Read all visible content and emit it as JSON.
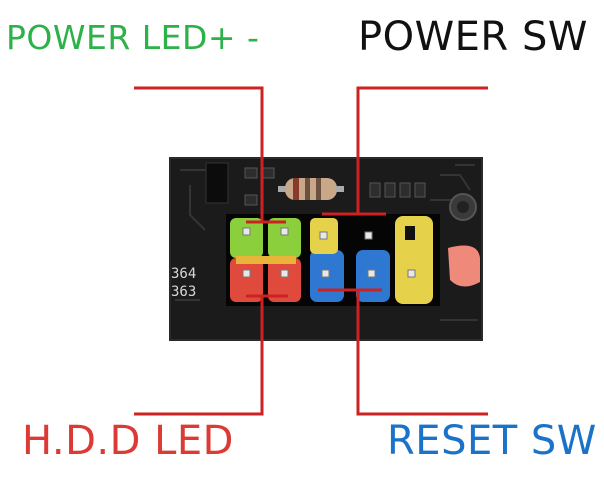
{
  "labels": {
    "power_led": {
      "text": "POWER LED+ -",
      "color": "#2db24a"
    },
    "power_sw": {
      "text": "POWER SW",
      "color": "#111111"
    },
    "hdd_led": {
      "text": "H.D.D LED",
      "color": "#dc3a34"
    },
    "reset_sw": {
      "text": "RESET SW",
      "color": "#1a73c8"
    }
  },
  "board": {
    "silkscreen": [
      "364",
      "363"
    ]
  },
  "colors": {
    "board": "#1b1b1c",
    "connector": "#cc2222",
    "green_block": "#8ccf3c",
    "yellow_block": "#e6d24a",
    "blue_block": "#2e78d2",
    "red_block": "#e04a3c",
    "pad": "#ef8a7a"
  }
}
